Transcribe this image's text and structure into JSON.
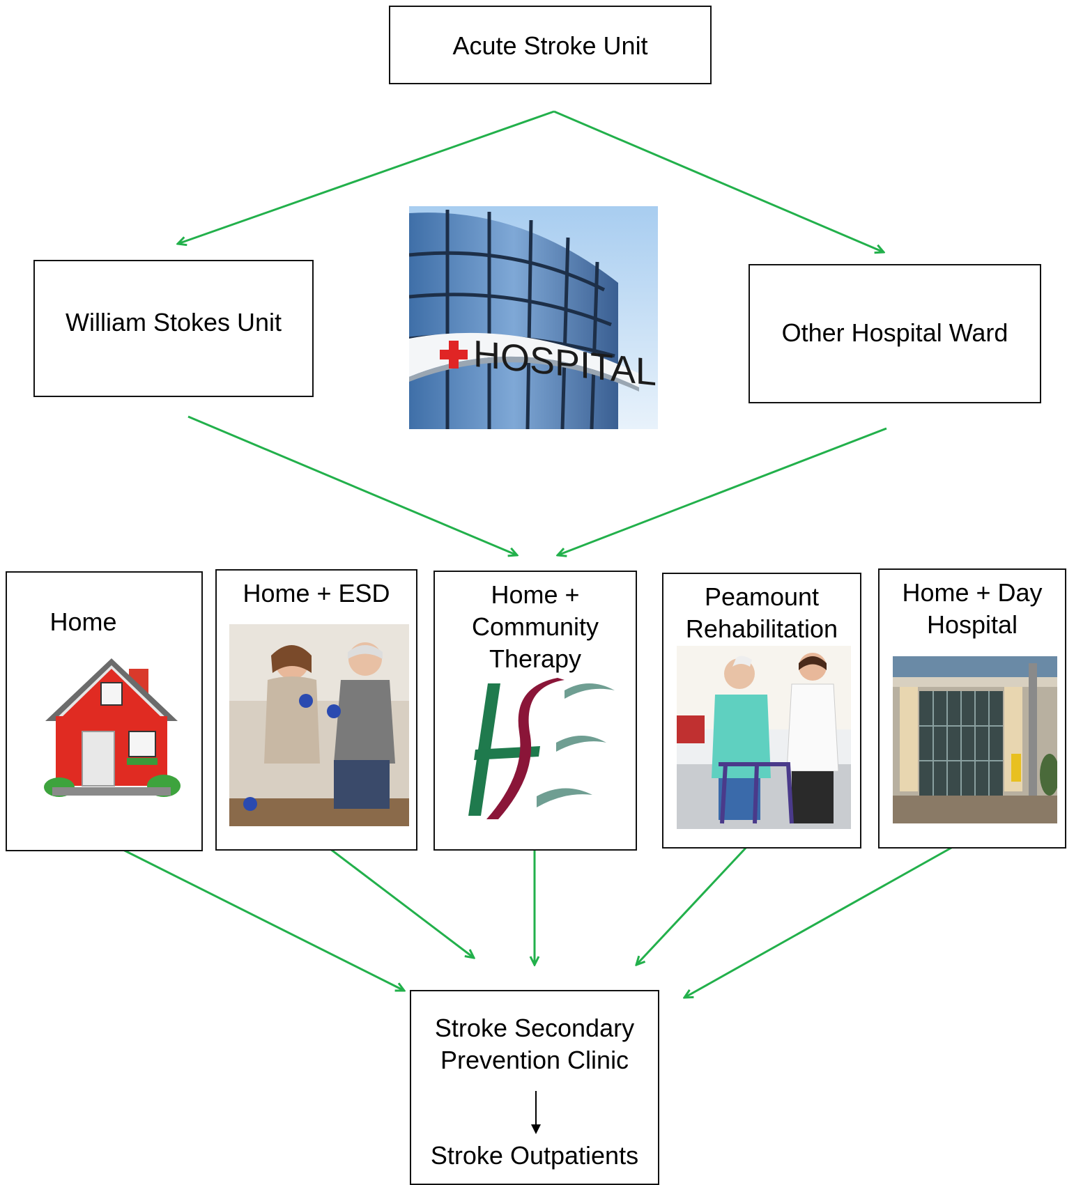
{
  "nodes": {
    "acute": {
      "label": "Acute Stroke Unit"
    },
    "william": {
      "label": "William Stokes Unit"
    },
    "other_ward": {
      "label": "Other Hospital Ward"
    },
    "hospital_image": {
      "sign": "HOSPITAL"
    },
    "home": {
      "label": "Home"
    },
    "home_esd": {
      "label": "Home + ESD"
    },
    "home_community": {
      "label": "Home +\nCommunity\nTherapy"
    },
    "peamount": {
      "label": "Peamount\nRehabilitation"
    },
    "day_hospital": {
      "label": "Home + Day\nHospital"
    },
    "clinic": {
      "label": "Stroke Secondary\nPrevention Clinic",
      "next": "Stroke Outpatients"
    }
  },
  "colors": {
    "arrow": "#22b04b",
    "inner_arrow": "#000000",
    "box_border": "#111111",
    "hse_green": "#1f7a4d",
    "hse_maroon": "#8a1538",
    "hse_grey": "#6f9e92"
  },
  "icons": {
    "hospital": "hospital-building-icon",
    "home": "red-house-icon",
    "esd": "carer-with-patient-icon",
    "hse": "hse-logo-icon",
    "peamount": "walking-frame-rehab-icon",
    "day_hospital": "day-hospital-entrance-icon"
  }
}
